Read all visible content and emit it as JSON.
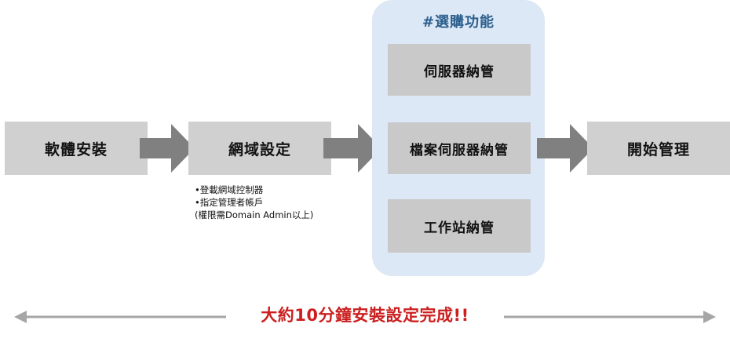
{
  "steps": [
    {
      "label": "軟體安裝"
    },
    {
      "label": "網域設定"
    },
    {
      "label": "開始管理"
    }
  ],
  "optional_group": {
    "title": "#選購功能",
    "items": [
      {
        "label": "伺服器納管"
      },
      {
        "label": "檔案伺服器納管"
      },
      {
        "label": "工作站納管"
      }
    ]
  },
  "domain_notes": [
    "•登載網域控制器",
    "•指定管理者帳戶",
    "(權限需Domain Admin以上)"
  ],
  "timeline": {
    "label": "大約10分鐘安裝設定完成!!"
  },
  "colors": {
    "box": "#d0d0d0",
    "arrow": "#808080",
    "panel": "#dce8f5",
    "panel_title": "#2c5f8e",
    "highlight": "#cc1f1f",
    "timeline_line": "#a6a6a6"
  }
}
